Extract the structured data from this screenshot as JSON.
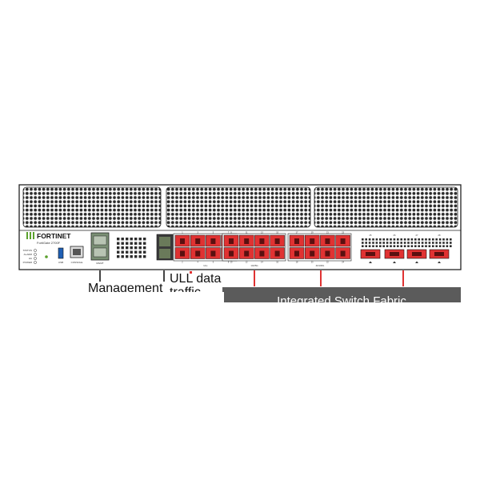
{
  "device": {
    "brand": "FORTINET",
    "model": "FortiGate 2700F",
    "status_labels": [
      "STATUS",
      "ALARM",
      "HA",
      "POWER"
    ],
    "usb_label": "USB",
    "console_label": "CONSOLE",
    "mgmt_label": "MGMT",
    "port_group_labels": [
      "ULL",
      "10/25G",
      "40/100G"
    ],
    "sfp_port_numbers": [
      "1",
      "2",
      "3",
      "4",
      "5",
      "6",
      "7",
      "8",
      "9",
      "10",
      "11",
      "12",
      "13",
      "14",
      "15",
      "16",
      "17",
      "18",
      "19",
      "20",
      "21",
      "22",
      "23",
      "24"
    ],
    "qsfp_port_numbers": [
      "25",
      "26",
      "27",
      "28"
    ]
  },
  "colors": {
    "port_red": "#e03232",
    "chassis_border": "#222222",
    "label_bar": "#5b5b5b",
    "accent_green": "#5aa02c",
    "callout_line": "#e03232",
    "mgmt_line": "#444444"
  },
  "labels": {
    "management": "Management",
    "ull_data": "ULL data",
    "ull_data_line2": "traffic",
    "integrated_switch": "Integrated Switch Fabric"
  }
}
